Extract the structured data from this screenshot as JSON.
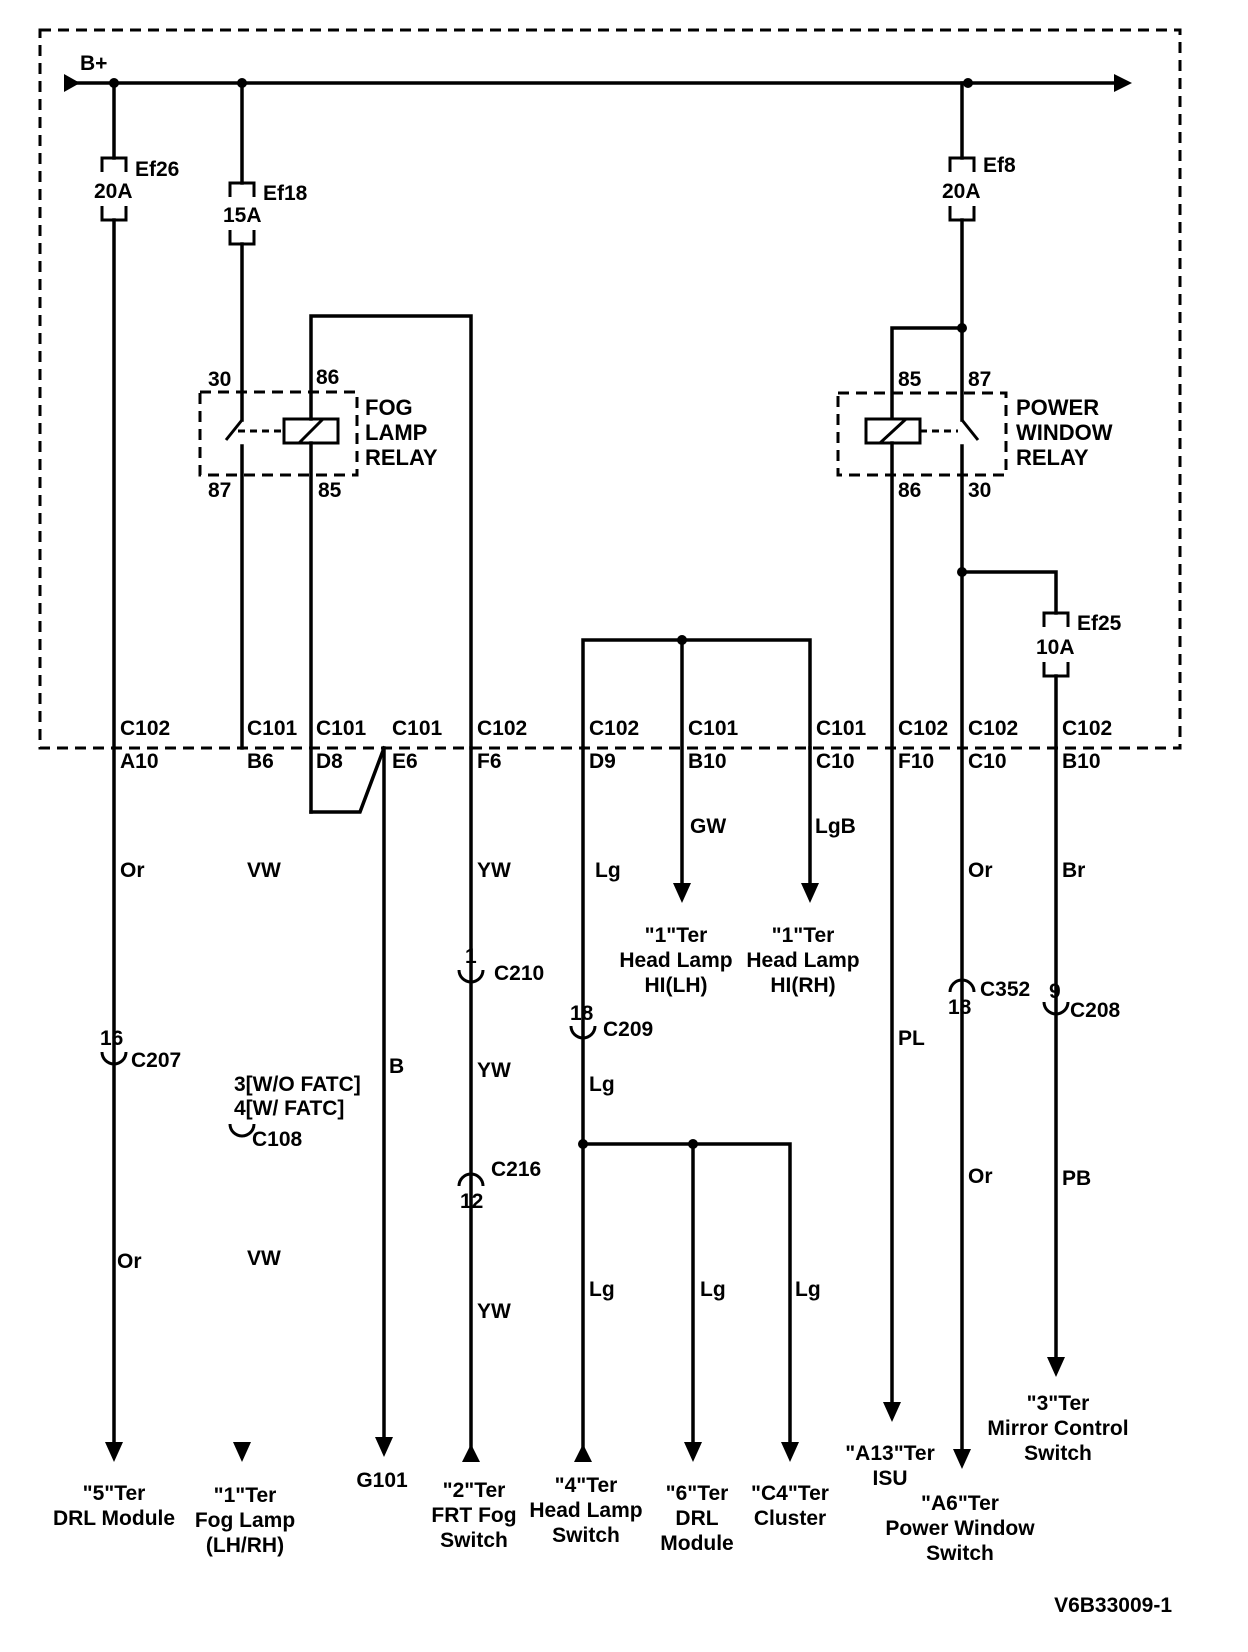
{
  "supply": {
    "label": "B+"
  },
  "fuses": [
    {
      "name": "Ef26",
      "rating": "20A"
    },
    {
      "name": "Ef18",
      "rating": "15A"
    },
    {
      "name": "Ef8",
      "rating": "20A"
    },
    {
      "name": "Ef25",
      "rating": "10A"
    }
  ],
  "fog_relay": {
    "title_lines": [
      "FOG",
      "LAMP",
      "RELAY"
    ],
    "pin_30": "30",
    "pin_86": "86",
    "pin_87": "87",
    "pin_85": "85"
  },
  "pw_relay": {
    "title_lines": [
      "POWER",
      "WINDOW",
      "RELAY"
    ],
    "pin_85": "85",
    "pin_87": "87",
    "pin_86": "86",
    "pin_30": "30"
  },
  "connectors": [
    {
      "name": "C102",
      "pin": "A10"
    },
    {
      "name": "C101",
      "pin": "B6"
    },
    {
      "name": "C101",
      "pin": "D8"
    },
    {
      "name": "C101",
      "pin": "E6"
    },
    {
      "name": "C102",
      "pin": "F6"
    },
    {
      "name": "C102",
      "pin": "D9"
    },
    {
      "name": "C101",
      "pin": "B10"
    },
    {
      "name": "C101",
      "pin": "C10"
    },
    {
      "name": "C102",
      "pin": "F10"
    },
    {
      "name": "C102",
      "pin": "C10"
    },
    {
      "name": "C102",
      "pin": "B10"
    }
  ],
  "wire_colors": {
    "a10_upper": "Or",
    "a10_lower": "Or",
    "b6_upper": "VW",
    "b6_lower": "VW",
    "e6": "B",
    "f6_upper": "YW",
    "f6_mid": "YW",
    "f6_lower": "YW",
    "d9_upper": "Lg",
    "d9_mid": "Lg",
    "b10": "GW",
    "c10_lh": "LgB",
    "f10": "PL",
    "pw_upper": "Or",
    "pw_lower": "Or",
    "mirror_upper": "Br",
    "mirror_lower": "PB",
    "lg_a": "Lg",
    "lg_b": "Lg",
    "lg_c": "Lg"
  },
  "inline_connectors": {
    "c207": {
      "name": "C207",
      "pin": "16"
    },
    "c108": {
      "name": "C108",
      "pin_lines": [
        "3[W/O FATC]",
        "4[W/ FATC]"
      ]
    },
    "c210": {
      "name": "C210",
      "pin": "1"
    },
    "c216": {
      "name": "C216",
      "pin": "12"
    },
    "c209": {
      "name": "C209",
      "pin": "18"
    },
    "c352": {
      "name": "C352",
      "pin": "18"
    },
    "c208": {
      "name": "C208",
      "pin": "9"
    }
  },
  "destinations": {
    "drl_module_5": [
      "\"5\"Ter",
      "DRL Module"
    ],
    "fog_lamp": [
      "\"1\"Ter",
      "Fog Lamp",
      "(LH/RH)"
    ],
    "ground": [
      "G101"
    ],
    "frt_fog_switch": [
      "\"2\"Ter",
      "FRT Fog",
      "Switch"
    ],
    "head_lamp_switch": [
      "\"4\"Ter",
      "Head Lamp",
      "Switch"
    ],
    "drl_module_6": [
      "\"6\"Ter",
      "DRL",
      "Module"
    ],
    "cluster": [
      "\"C4\"Ter",
      "Cluster"
    ],
    "head_lamp_hi_lh": [
      "\"1\"Ter",
      "Head Lamp",
      "HI(LH)"
    ],
    "head_lamp_hi_rh": [
      "\"1\"Ter",
      "Head Lamp",
      "HI(RH)"
    ],
    "isu": [
      "\"A13\"Ter",
      "ISU"
    ],
    "power_window_switch": [
      "\"A6\"Ter",
      "Power Window",
      "Switch"
    ],
    "mirror_control": [
      "\"3\"Ter",
      "Mirror Control",
      "Switch"
    ]
  },
  "diagram_id": "V6B33009-1"
}
